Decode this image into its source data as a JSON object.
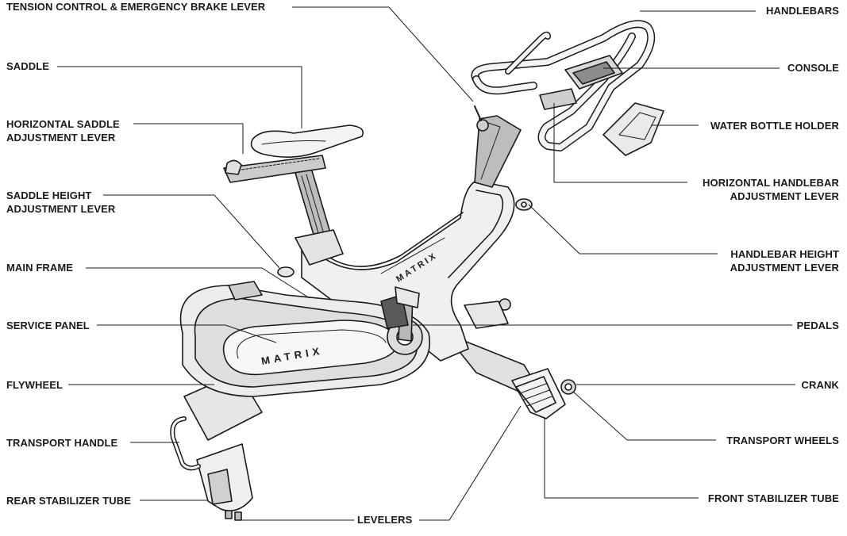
{
  "labels": {
    "tension_control": "TENSION CONTROL & EMERGENCY BRAKE LEVER",
    "saddle": "SADDLE",
    "horizontal_saddle": [
      "HORIZONTAL SADDLE",
      "ADJUSTMENT LEVER"
    ],
    "saddle_height": [
      "SADDLE HEIGHT",
      "ADJUSTMENT LEVER"
    ],
    "main_frame": "MAIN FRAME",
    "service_panel": "SERVICE PANEL",
    "flywheel": "FLYWHEEL",
    "transport_handle": "TRANSPORT HANDLE",
    "rear_stabilizer": "REAR STABILIZER TUBE",
    "levelers": "LEVELERS",
    "handlebars": "HANDLEBARS",
    "console": "CONSOLE",
    "water_bottle": "WATER BOTTLE HOLDER",
    "horizontal_handlebar": [
      "HORIZONTAL HANDLEBAR",
      "ADJUSTMENT LEVER"
    ],
    "handlebar_height": [
      "HANDLEBAR HEIGHT",
      "ADJUSTMENT LEVER"
    ],
    "pedals": "PEDALS",
    "crank": "CRANK",
    "transport_wheels": "TRANSPORT WHEELS",
    "front_stabilizer": "FRONT STABILIZER TUBE"
  },
  "brand_marks": {
    "frame_logo": "MATRIX",
    "panel_logo": "MATRIX"
  },
  "colors": {
    "line": "#1a1a1a",
    "fill_light": "#f2f2f2",
    "fill_mid": "#dcdcdc",
    "fill_dark": "#9a9a9a"
  }
}
